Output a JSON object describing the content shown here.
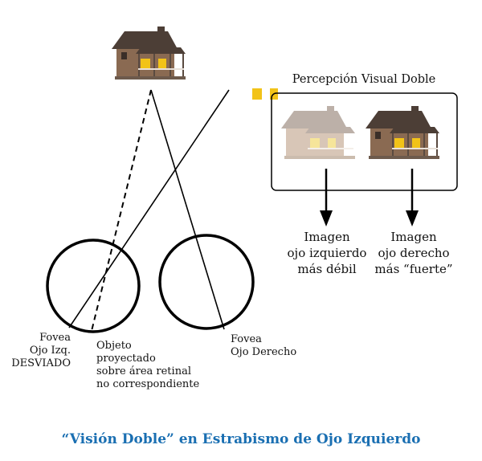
{
  "colors": {
    "caption": "#1a6fb2",
    "line": "#000000",
    "wall": "#8a6a52",
    "wall_faded": "#d8c6b7",
    "roof": "#4c3e36",
    "roof_faded": "#bcb0a8",
    "window_light": "#f2c318",
    "window_light_faded": "#f6e59a"
  },
  "box": {
    "title": "Percepción Visual Doble"
  },
  "labels": {
    "left_image": [
      "Imagen",
      "ojo izquierdo",
      "más débil"
    ],
    "right_image": [
      "Imagen",
      "ojo derecho",
      "más “fuerte”"
    ],
    "fovea_left": [
      "Fovea",
      "Ojo Izq.",
      "DESVIADO"
    ],
    "object": [
      "Objeto",
      "proyectado",
      "sobre área retinal",
      "no correspondiente"
    ],
    "fovea_right": [
      "Fovea",
      "Ojo Derecho"
    ]
  },
  "caption": "“Visión Doble” en Estrabismo de Ojo Izquierdo"
}
